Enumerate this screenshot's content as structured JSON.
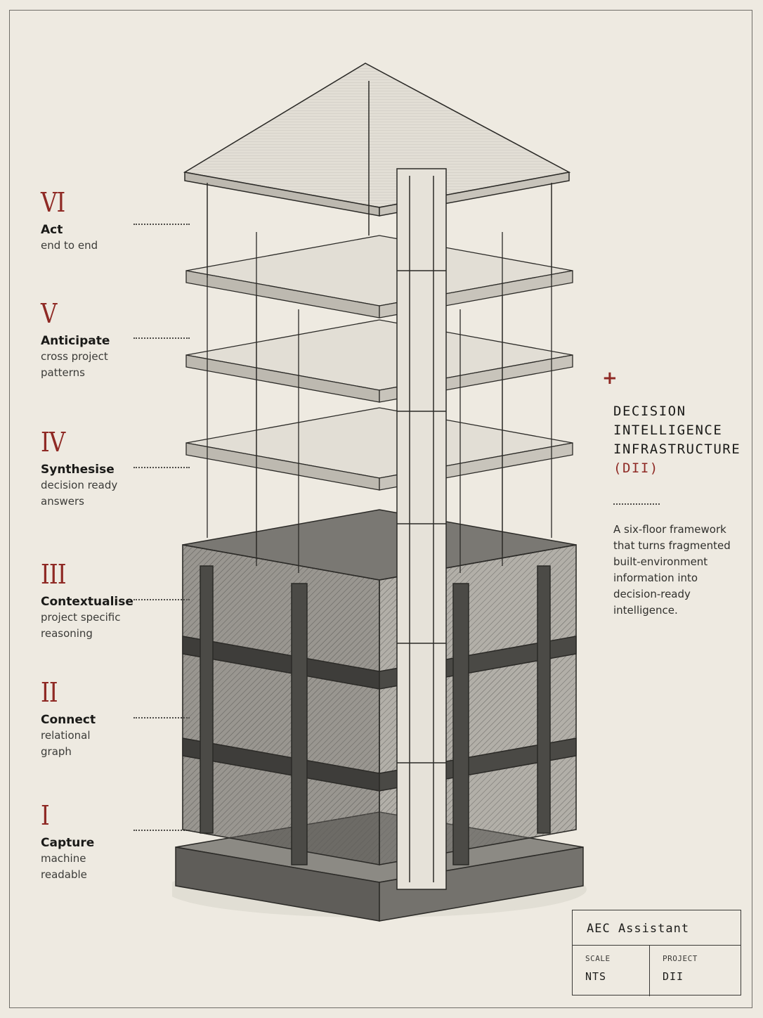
{
  "floors": [
    {
      "numeral": "VI",
      "name": "Act",
      "description": "end to end"
    },
    {
      "numeral": "V",
      "name": "Anticipate",
      "description": "cross project\npatterns"
    },
    {
      "numeral": "IV",
      "name": "Synthesise",
      "description": "decision ready\nanswers"
    },
    {
      "numeral": "III",
      "name": "Contextualise",
      "description": "project specific\nreasoning"
    },
    {
      "numeral": "II",
      "name": "Connect",
      "description": "relational\ngraph"
    },
    {
      "numeral": "I",
      "name": "Capture",
      "description": "machine\nreadable"
    }
  ],
  "panel": {
    "marker": "+",
    "title_lines": [
      "DECISION",
      "INTELLIGENCE",
      "INFRASTRUCTURE"
    ],
    "title_accent": "(DII)",
    "description": "A six-floor framework\nthat turns fragmented\nbuilt-environment\ninformation into\ndecision-ready\nintelligence."
  },
  "title_block": {
    "app": "AEC Assistant",
    "scale_label": "SCALE",
    "scale_value": "NTS",
    "project_label": "PROJECT",
    "project_value": "DII"
  },
  "colors": {
    "accent": "#8f2a25",
    "paper": "#eeeae1",
    "ink": "#1d1d1b"
  }
}
